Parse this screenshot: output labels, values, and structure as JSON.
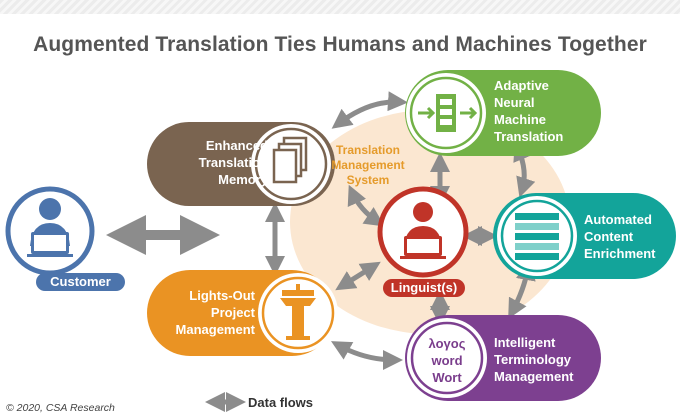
{
  "title": "Augmented Translation Ties Humans and Machines Together",
  "center_label": [
    "Translation",
    "Management",
    "System"
  ],
  "nodes": {
    "customer": "Customer",
    "linguist": "Linguist(s)",
    "translation_memory": [
      "Enhanced",
      "Translation",
      "Memory"
    ],
    "neural_mt": [
      "Adaptive",
      "Neural",
      "Machine",
      "Translation"
    ],
    "content_enrichment": [
      "Automated",
      "Content",
      "Enrichment"
    ],
    "project_management": [
      "Lights-Out",
      "Project",
      "Management"
    ],
    "terminology": [
      "Intelligent",
      "Terminology",
      "Management"
    ]
  },
  "terminology_words": [
    "λογος",
    "word",
    "Wort"
  ],
  "legend": {
    "data_flows": "Data flows"
  },
  "copyright": "© 2020, CSA Research",
  "colors": {
    "translation_memory": "#7a6450",
    "neural_mt": "#72b146",
    "content_enrichment": "#13a49a",
    "project_management": "#ea9323",
    "terminology": "#7d4090",
    "linguist": "#c03428",
    "customer": "#4c74ac",
    "tms_area": "#fbe7d1",
    "arrow": "#8c8c8c",
    "title": "#555555"
  }
}
